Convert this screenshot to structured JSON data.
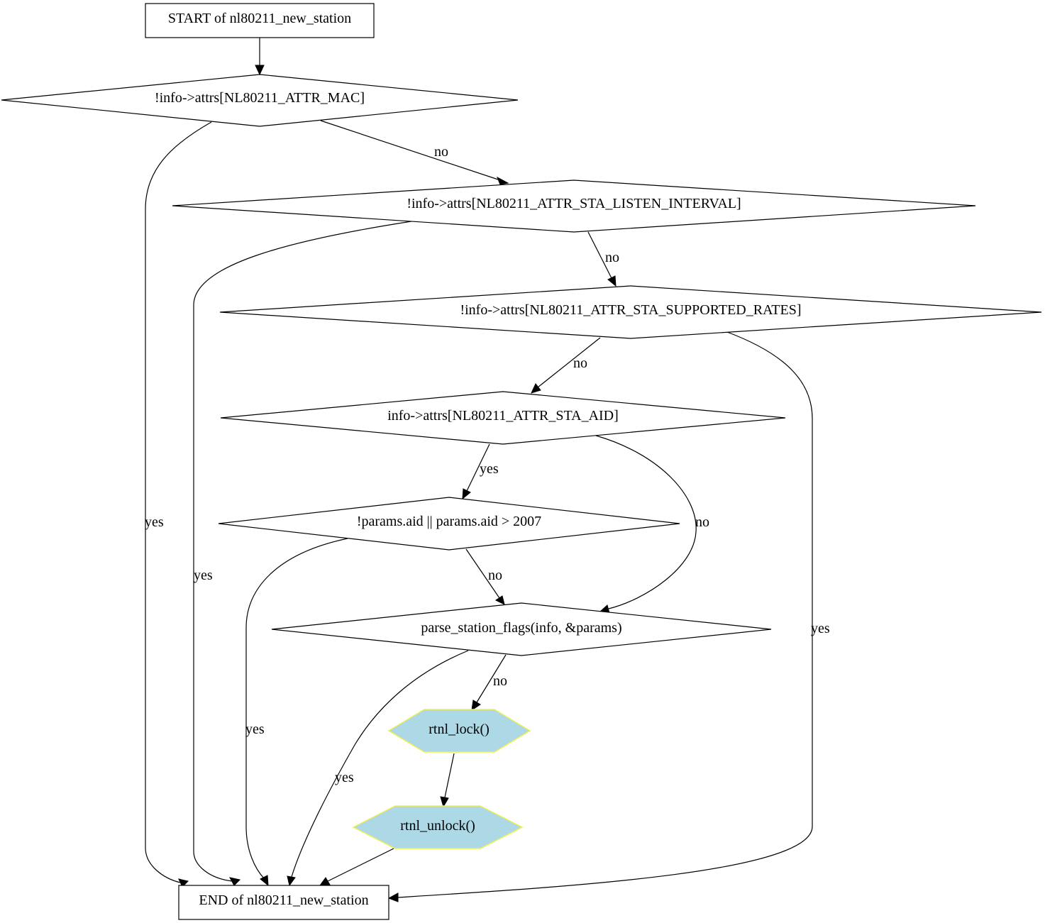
{
  "nodes": {
    "start": "START of nl80211_new_station",
    "mac": "!info->attrs[NL80211_ATTR_MAC]",
    "listen": "!info->attrs[NL80211_ATTR_STA_LISTEN_INTERVAL]",
    "rates": "!info->attrs[NL80211_ATTR_STA_SUPPORTED_RATES]",
    "aid": "info->attrs[NL80211_ATTR_STA_AID]",
    "params": "!params.aid || params.aid > 2007",
    "flags": "parse_station_flags(info, &params)",
    "lock": "rtnl_lock()",
    "unlock": "rtnl_unlock()",
    "end": "END of nl80211_new_station"
  },
  "edges": {
    "mac_no": "no",
    "mac_yes": "yes",
    "listen_no": "no",
    "listen_yes": "yes",
    "rates_no": "no",
    "rates_yes": "yes",
    "aid_yes": "yes",
    "aid_no": "no",
    "params_no": "no",
    "params_yes": "yes",
    "flags_no": "no",
    "flags_yes": "yes"
  }
}
